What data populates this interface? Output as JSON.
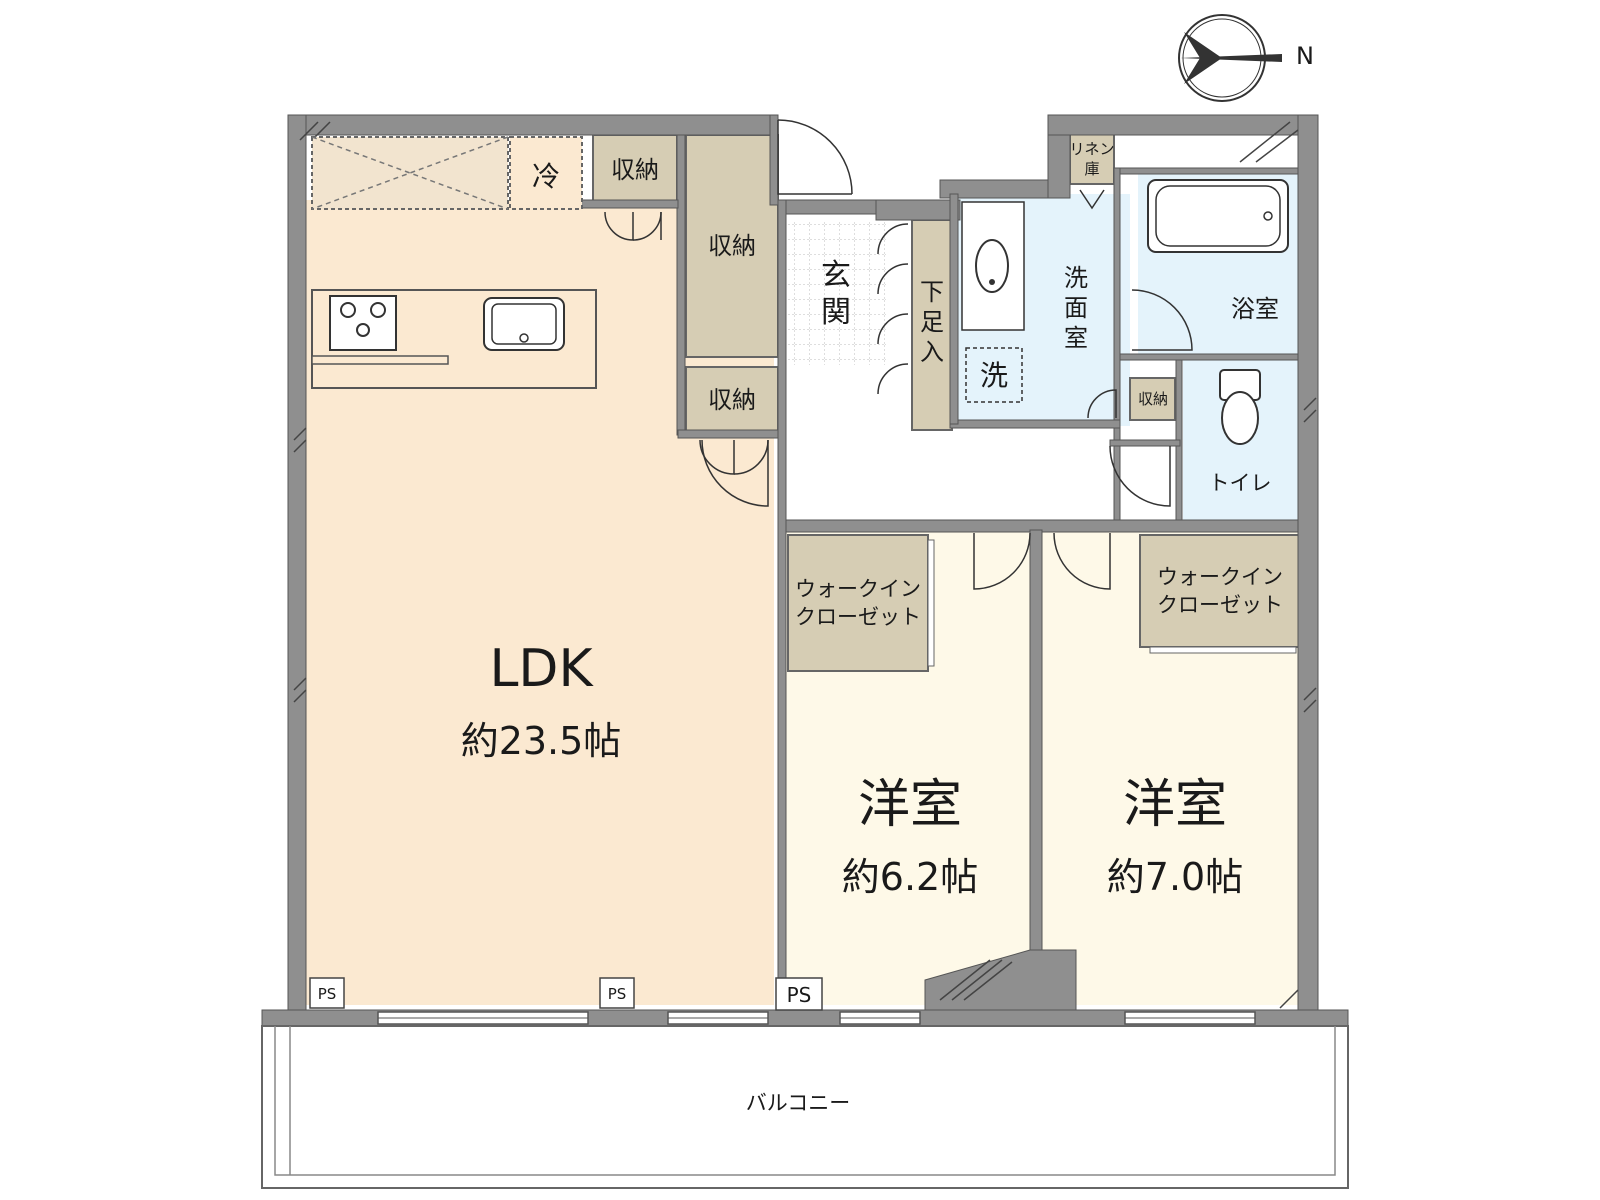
{
  "compass": {
    "north_letter": "N"
  },
  "rooms": {
    "ldk": {
      "name": "LDK",
      "size": "約23.5帖"
    },
    "western1": {
      "name": "洋室",
      "size": "約6.2帖"
    },
    "western2": {
      "name": "洋室",
      "size": "約7.0帖"
    },
    "entrance": {
      "line1": "玄",
      "line2": "関"
    },
    "shoe_storage": {
      "line1": "下",
      "line2": "足",
      "line3": "入"
    },
    "washroom": {
      "line1": "洗",
      "line2": "面",
      "line3": "室"
    },
    "washer": "洗",
    "bath": "浴室",
    "toilet": "トイレ",
    "linen": {
      "line1": "リネン",
      "line2": "庫"
    },
    "fridge": "冷",
    "storage_label": "収納",
    "wic1": {
      "line1": "ウォークイン",
      "line2": "クローゼット"
    },
    "wic2": {
      "line1": "ウォークイン",
      "line2": "クローゼット"
    },
    "ps": "PS",
    "balcony": "バルコニー"
  },
  "colors": {
    "wall": "#8f8f8f",
    "ldk_floor": "#fbe9d1",
    "western_floor": "#fef9e8",
    "storage": "#d6cdb4",
    "wet_area": "#e4f3fb",
    "entrance_tile": "#ffffff"
  }
}
